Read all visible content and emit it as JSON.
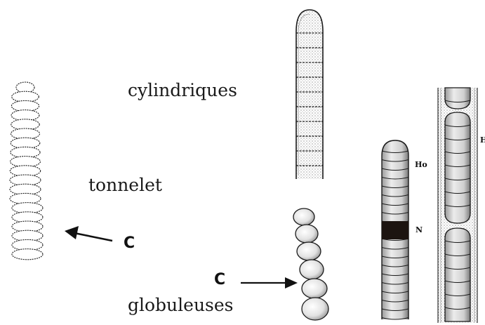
{
  "labels": {
    "cylindrical": "cylindriques",
    "barrel": "tonnelet",
    "globular": "globuleuses",
    "c_left": "C",
    "c_bottom": "C",
    "ho": "Ho",
    "n": "N",
    "h_edge": "H"
  },
  "colors": {
    "ink": "#1a1a1a",
    "stipple": "#555555",
    "necridium": "#1c1410"
  }
}
